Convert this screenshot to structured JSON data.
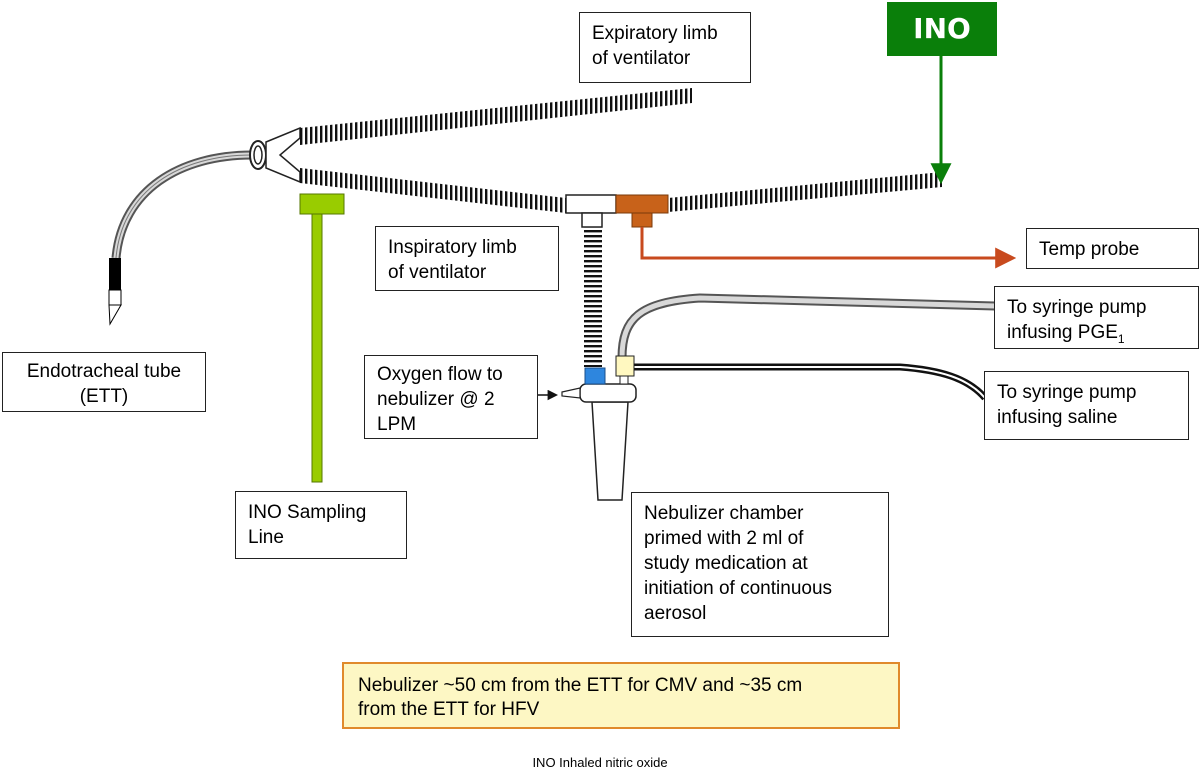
{
  "ino_badge": "INO",
  "labels": {
    "expiratory": [
      "Expiratory limb",
      "of ventilator"
    ],
    "inspiratory": [
      "Inspiratory limb",
      "of ventilator"
    ],
    "temp_probe": "Temp probe",
    "syringe_pge_line1": "To syringe pump",
    "syringe_pge_line2_text": "infusing PGE",
    "syringe_pge_subscript": "1",
    "syringe_saline": [
      "To syringe pump",
      "infusing saline"
    ],
    "endotracheal": [
      "Endotracheal tube",
      "(ETT)"
    ],
    "oxygen_flow": [
      "Oxygen flow to",
      "nebulizer @ 2",
      "LPM"
    ],
    "ino_sampling": [
      "INO Sampling",
      "Line"
    ],
    "nebulizer_chamber": [
      "Nebulizer chamber",
      "primed with 2 ml of",
      "study medication at",
      "initiation of continuous",
      "aerosol"
    ]
  },
  "note": [
    "Nebulizer ~50 cm from the ETT for CMV and ~35 cm",
    "from the ETT for HFV"
  ],
  "footnote": "INO  Inhaled nitric oxide",
  "colors": {
    "ino_green": "#0a7f0a",
    "sampling_line_green": "#99cc00",
    "temp_probe_orange": "#c8621a",
    "arrow_red": "#c84a1e",
    "nebulizer_port_blue": "#2e86de",
    "syringe_port_cream": "#fff8c0",
    "note_fill": "#fdf7c4",
    "note_border": "#e08a2c"
  }
}
